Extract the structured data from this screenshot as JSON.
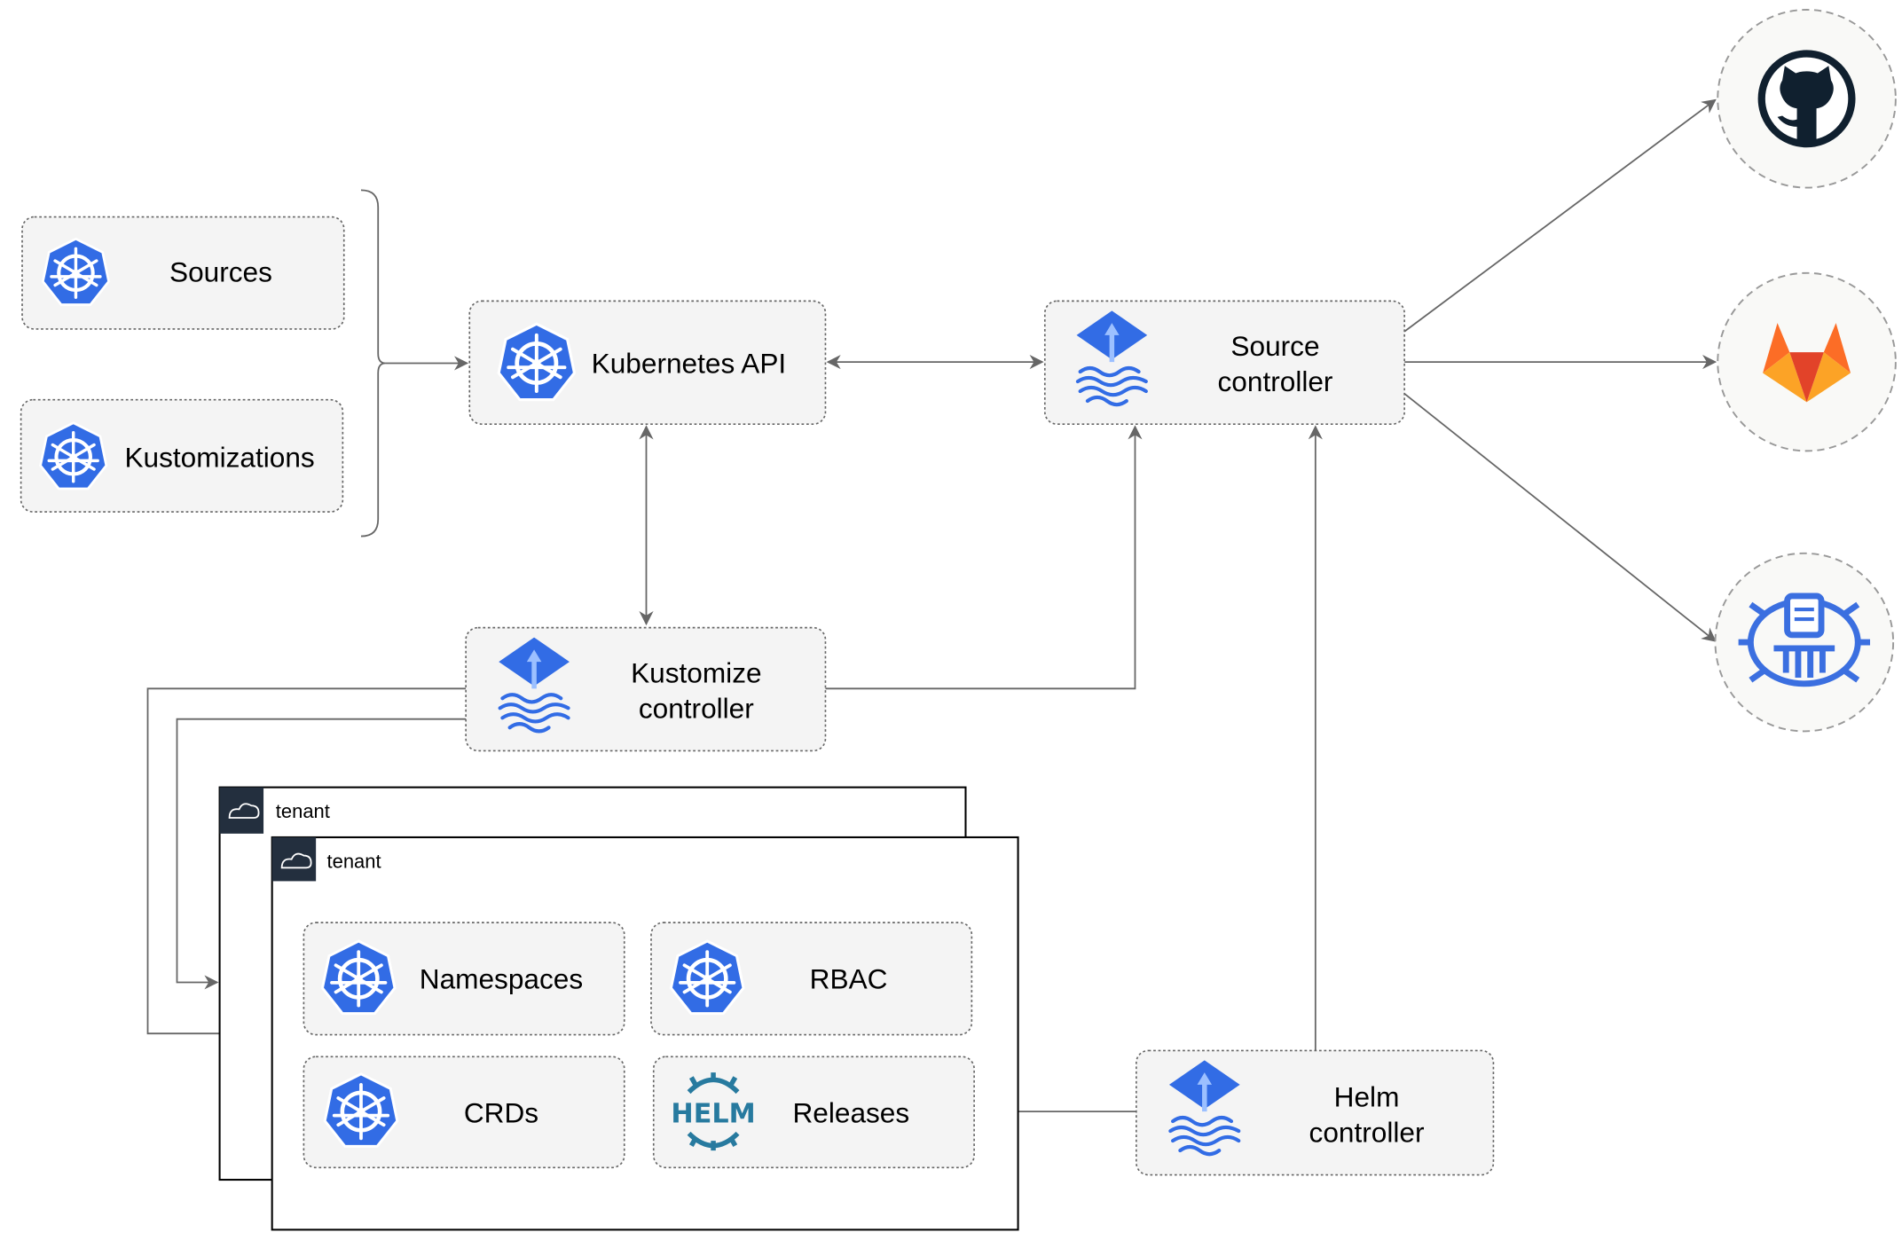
{
  "nodes": {
    "sources": "Sources",
    "kustomizations": "Kustomizations",
    "kubernetes_api": "Kubernetes API",
    "source_controller": [
      "Source",
      "controller"
    ],
    "kustomize_controller": [
      "Kustomize",
      "controller"
    ],
    "helm_controller": [
      "Helm",
      "controller"
    ],
    "namespaces": "Namespaces",
    "rbac": "RBAC",
    "crds": "CRDs",
    "releases": "Releases"
  },
  "tenants": [
    "tenant",
    "tenant"
  ],
  "helm_logo_text": "HELM",
  "external_sources": [
    "github-icon",
    "gitlab-icon",
    "bucket-icon"
  ],
  "colors": {
    "kubernetes_blue": "#326CE5",
    "github": "#10202F",
    "gitlab_red": "#E24329",
    "gitlab_orange": "#FCA326",
    "helm": "#277A9F"
  }
}
